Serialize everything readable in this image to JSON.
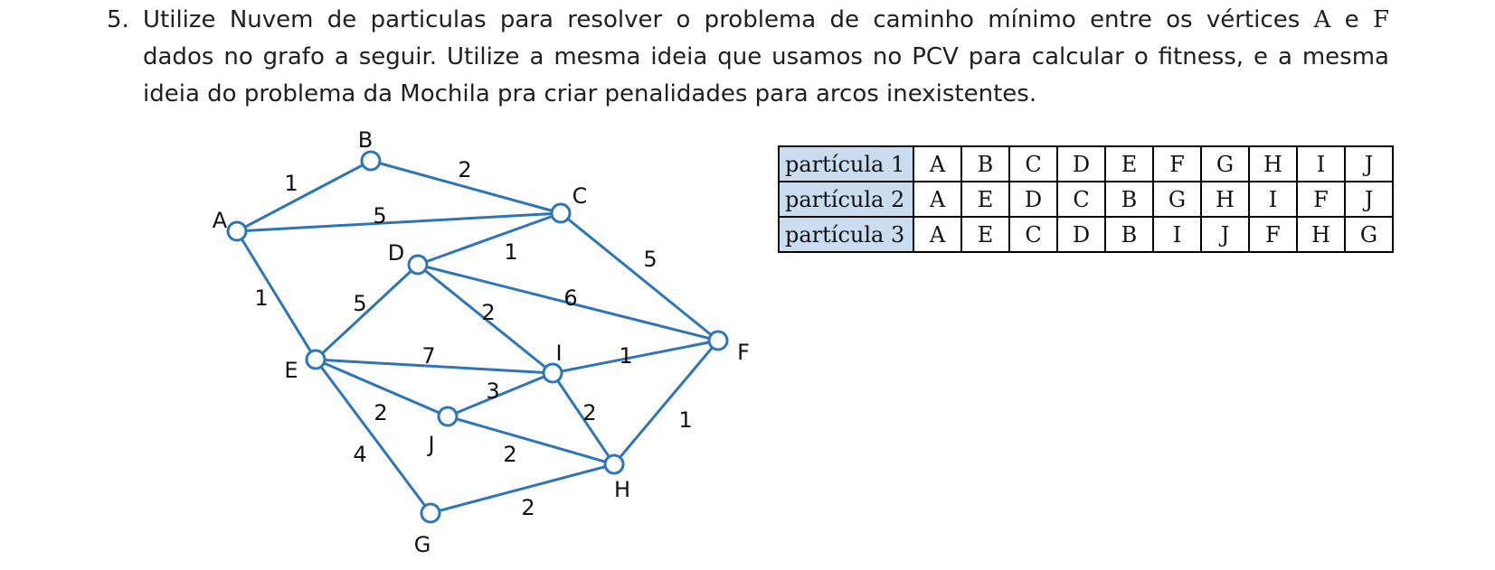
{
  "question": {
    "number": "5.",
    "line1_pre": "Utilize Nuvem de particulas para resolver o problema de caminho mínimo entre os vértices",
    "vertex_a": "A",
    "conj": "e",
    "vertex_f": "F",
    "line2": "dados no grafo a seguir. Utilize a mesma ideia que usamos no PCV para calcular o fitness, e a mesma",
    "line3": "ideia do problema da Mochila pra criar penalidades para arcos inexistentes."
  },
  "graph": {
    "vertices": [
      "A",
      "B",
      "C",
      "D",
      "E",
      "F",
      "G",
      "H",
      "I",
      "J"
    ],
    "edges": [
      {
        "from": "A",
        "to": "B",
        "weight": "1"
      },
      {
        "from": "B",
        "to": "C",
        "weight": "2"
      },
      {
        "from": "A",
        "to": "C",
        "weight": "5"
      },
      {
        "from": "A",
        "to": "E",
        "weight": "1"
      },
      {
        "from": "D",
        "to": "C",
        "weight": "1"
      },
      {
        "from": "C",
        "to": "F",
        "weight": "5"
      },
      {
        "from": "E",
        "to": "D",
        "weight": "5"
      },
      {
        "from": "D",
        "to": "F",
        "weight": "6"
      },
      {
        "from": "D",
        "to": "I",
        "weight": "2"
      },
      {
        "from": "E",
        "to": "I",
        "weight": "7"
      },
      {
        "from": "I",
        "to": "F",
        "weight": "1"
      },
      {
        "from": "E",
        "to": "J",
        "weight": "2"
      },
      {
        "from": "J",
        "to": "I",
        "weight": "3"
      },
      {
        "from": "I",
        "to": "H",
        "weight": "2"
      },
      {
        "from": "H",
        "to": "F",
        "weight": "1"
      },
      {
        "from": "E",
        "to": "G",
        "weight": "4"
      },
      {
        "from": "J",
        "to": "H",
        "weight": "2"
      },
      {
        "from": "G",
        "to": "H",
        "weight": "2"
      }
    ],
    "edge_color": "#2e75b6"
  },
  "particles": [
    {
      "label": "partícula 1",
      "sequence": [
        "A",
        "B",
        "C",
        "D",
        "E",
        "F",
        "G",
        "H",
        "I",
        "J"
      ]
    },
    {
      "label": "partícula 2",
      "sequence": [
        "A",
        "E",
        "D",
        "C",
        "B",
        "G",
        "H",
        "I",
        "F",
        "J"
      ]
    },
    {
      "label": "partícula 3",
      "sequence": [
        "A",
        "E",
        "C",
        "D",
        "B",
        "I",
        "J",
        "F",
        "H",
        "G"
      ]
    }
  ],
  "table_header_color": "#c9dcf0"
}
